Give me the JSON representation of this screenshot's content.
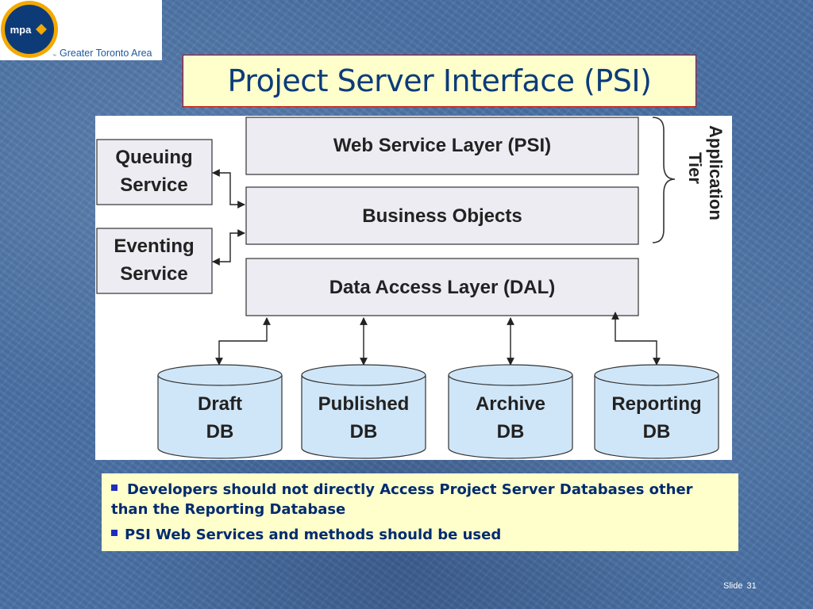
{
  "logo": {
    "abbr": "mpa",
    "region": "Greater Toronto Area",
    "tm": "™",
    "colors": {
      "ring": "#f2a900",
      "circle": "#0d3b78",
      "diamond": "#f2a900",
      "region_text": "#1e5a9e"
    }
  },
  "title": "Project Server Interface (PSI)",
  "diagram": {
    "layers": [
      "Web Service Layer (PSI)",
      "Business Objects",
      "Data Access Layer (DAL)"
    ],
    "services": [
      {
        "line1": "Queuing",
        "line2": "Service"
      },
      {
        "line1": "Eventing",
        "line2": "Service"
      }
    ],
    "tier_label": {
      "line1": "Application",
      "line2": "Tier"
    },
    "databases": [
      {
        "line1": "Draft",
        "line2": "DB"
      },
      {
        "line1": "Published",
        "line2": "DB"
      },
      {
        "line1": "Archive",
        "line2": "DB"
      },
      {
        "line1": "Reporting",
        "line2": "DB"
      }
    ],
    "colors": {
      "layer_fill": "#ececf2",
      "db_fill": "#cfe6f8",
      "stroke": "#333333"
    }
  },
  "bullets": [
    "Developers should not directly Access Project Server Databases other than the Reporting Database",
    "PSI Web Services and methods should be used"
  ],
  "slide": {
    "label": "Slide",
    "number": "31"
  },
  "colors": {
    "background": "#4a72a6",
    "title_box": "#ffffcc",
    "title_border": "#c00000",
    "title_text": "#0b3c7a",
    "bullet_text": "#002b6e",
    "bullet_mark": "#1f2dbf"
  }
}
